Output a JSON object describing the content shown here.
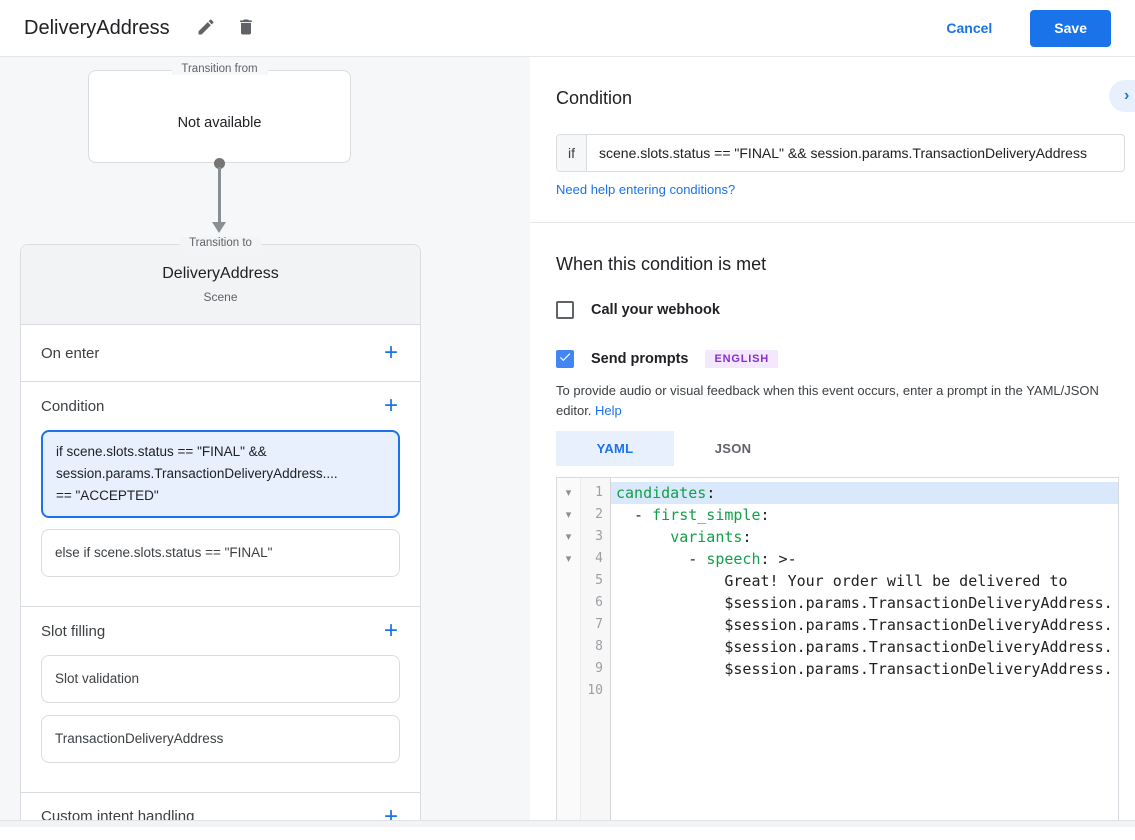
{
  "header": {
    "title": "DeliveryAddress",
    "cancel_label": "Cancel",
    "save_label": "Save"
  },
  "flow": {
    "transition_from": {
      "legend": "Transition from",
      "value": "Not available"
    },
    "transition_to": {
      "legend": "Transition to",
      "title": "DeliveryAddress",
      "subtitle": "Scene"
    },
    "sections": {
      "on_enter": {
        "label": "On enter"
      },
      "condition": {
        "label": "Condition",
        "selected_card": "if scene.slots.status == \"FINAL\" &&\nsession.params.TransactionDeliveryAddress....\n== \"ACCEPTED\"",
        "else_card": "else if scene.slots.status == \"FINAL\""
      },
      "slot_filling": {
        "label": "Slot filling",
        "cards": [
          "Slot validation",
          "TransactionDeliveryAddress"
        ]
      },
      "custom_intent": {
        "label": "Custom intent handling"
      }
    }
  },
  "condition_panel": {
    "heading": "Condition",
    "expand_chevron": "›",
    "if_label": "if",
    "if_value": "scene.slots.status == \"FINAL\" && session.params.TransactionDeliveryAddress",
    "help_link": "Need help entering conditions?"
  },
  "when_met": {
    "heading": "When this condition is met",
    "webhook_label": "Call your webhook",
    "webhook_checked": false,
    "prompts_label": "Send prompts",
    "prompts_checked": true,
    "language_badge": "ENGLISH",
    "description": "To provide audio or visual feedback when this event occurs, enter a prompt in the YAML/JSON editor. ",
    "help_link": "Help"
  },
  "editor": {
    "tabs": [
      {
        "label": "YAML",
        "active": true
      },
      {
        "label": "JSON",
        "active": false
      }
    ],
    "fold_icon": "▾",
    "lines": [
      {
        "num": 1,
        "fold": true,
        "highlight": true,
        "segments": [
          {
            "text": "candidates",
            "type": "key"
          },
          {
            "text": ":",
            "type": "plain"
          }
        ]
      },
      {
        "num": 2,
        "fold": true,
        "segments": [
          {
            "text": "  - ",
            "type": "plain"
          },
          {
            "text": "first_simple",
            "type": "key"
          },
          {
            "text": ":",
            "type": "plain"
          }
        ]
      },
      {
        "num": 3,
        "fold": true,
        "segments": [
          {
            "text": "      ",
            "type": "plain"
          },
          {
            "text": "variants",
            "type": "key"
          },
          {
            "text": ":",
            "type": "plain"
          }
        ]
      },
      {
        "num": 4,
        "fold": true,
        "segments": [
          {
            "text": "        - ",
            "type": "plain"
          },
          {
            "text": "speech",
            "type": "key"
          },
          {
            "text": ": >-",
            "type": "plain"
          }
        ]
      },
      {
        "num": 5,
        "segments": [
          {
            "text": "            Great! Your order will be delivered to",
            "type": "plain"
          }
        ]
      },
      {
        "num": 6,
        "segments": [
          {
            "text": "            $session.params.TransactionDeliveryAddress.",
            "type": "plain"
          }
        ]
      },
      {
        "num": 7,
        "segments": [
          {
            "text": "            $session.params.TransactionDeliveryAddress.",
            "type": "plain"
          }
        ]
      },
      {
        "num": 8,
        "segments": [
          {
            "text": "            $session.params.TransactionDeliveryAddress.",
            "type": "plain"
          }
        ]
      },
      {
        "num": 9,
        "segments": [
          {
            "text": "            $session.params.TransactionDeliveryAddress.",
            "type": "plain"
          }
        ]
      },
      {
        "num": 10,
        "segments": []
      }
    ]
  }
}
